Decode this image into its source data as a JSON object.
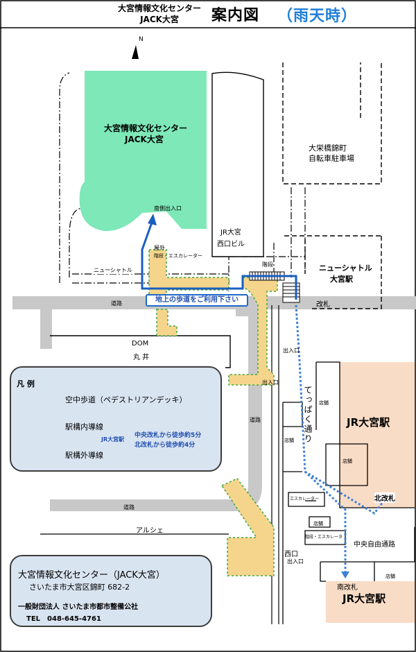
{
  "header": {
    "org_line1": "大宮情報文化センター",
    "org_line2": "JACK大宮",
    "title": "案内図",
    "subtitle": "（雨天時）"
  },
  "north_label": "N",
  "map": {
    "jack_line1": "大宮情報文化センター",
    "jack_line2": "JACK大宮",
    "south_entrance": "南側出入口",
    "outdoor_stairs_line1": "屋外",
    "outdoor_stairs_line2": "階段・エスカレーター",
    "new_shuttle_line": "ニューシャトル",
    "road_upper": "道路",
    "banner": "地上の歩道をご利用下さい",
    "stairs": "階段",
    "new_shuttle_station_line1": "ニューシャトル",
    "new_shuttle_station_line2": "大宮駅",
    "ticket_gate": "改札",
    "jr_building_line1": "JR大宮",
    "jr_building_line2": "西口ビル",
    "bicycle_line1": "大栄橋錦町",
    "bicycle_line2": "自転車駐車場",
    "dom_line1": "DOM",
    "dom_line2": "丸 井",
    "entrance_a": "出入口",
    "entrance_b": "出入口",
    "road_middle": "道路",
    "road_lower": "道路",
    "teppaku": "てっぱく通り",
    "shop_1": "店舗",
    "shop_2": "店舗",
    "shop_3": "店舗",
    "shop_4": "店舗",
    "shop_5": "店舗",
    "jr_station_label": "JR大宮駅",
    "north_gate": "北改札",
    "escalator_a": "エスカレーター",
    "stairs_escalator": "階段・エスカレータ",
    "central_passage": "中央自由通路",
    "arushe": "アルシェ",
    "west_exit": "西口",
    "entrance_c": "出入口",
    "south_gate": "南改札",
    "jr_station_label_bottom": "JR大宮駅"
  },
  "legend": {
    "title": "凡 例",
    "item_deck": "空中歩道（ペデストリアンデッキ）",
    "item_inside": "駅構内導線",
    "item_outside": "駅構外導線",
    "station_tag": "JR大宮駅",
    "walk_central": "中央改札から徒歩約5分",
    "walk_north": "北改札から徒歩約4分"
  },
  "address": {
    "name": "大宮情報文化センター（JACK大宮）",
    "street": "さいたま市大宮区錦町 682-2",
    "operator": "一般財団法人 さいたま市都市整備公社",
    "tel": "TEL　048-645-4761"
  },
  "colors": {
    "jack_building": "#7ee8b8",
    "jr_station": "#f9dcc6",
    "deck": "#f5d58c",
    "deck_border": "#3ea63e",
    "route_outside": "#1a5ec0",
    "route_inside": "#3f7fd3",
    "road": "#c8c8c8",
    "legend_bg": "#d9e4f1",
    "title_accent": "#1f7fd8"
  }
}
